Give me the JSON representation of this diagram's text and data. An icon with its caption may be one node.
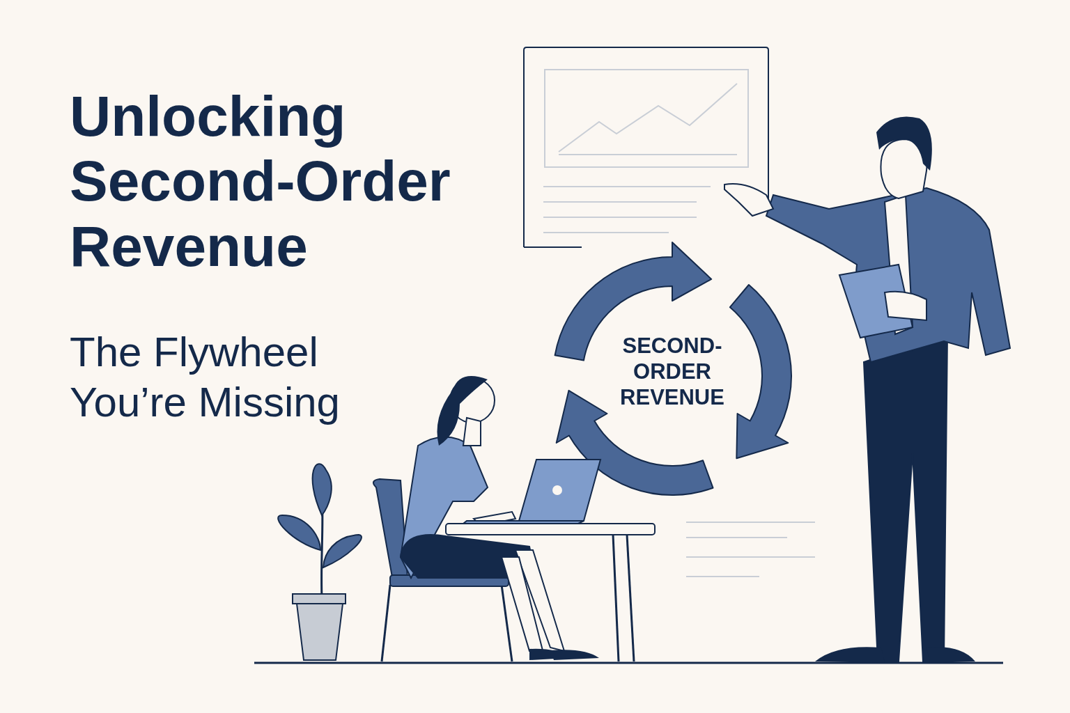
{
  "diagram": {
    "title": "Unlocking Second-Order Revenue",
    "labels": [
      "The Flywheel You’re Missing",
      "SECOND-ORDER REVENUE"
    ]
  }
}
